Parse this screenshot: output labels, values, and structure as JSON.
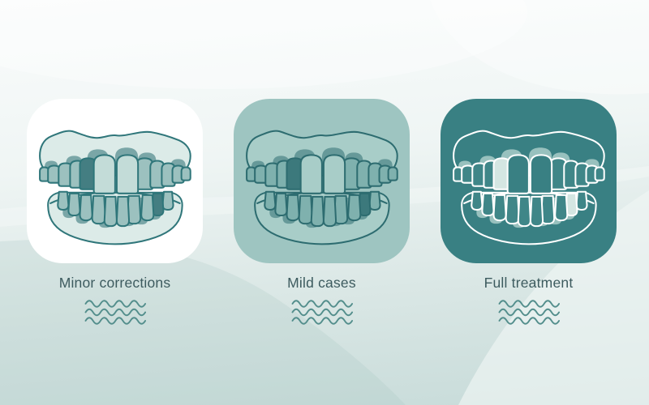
{
  "page": {
    "background_top": "#fafcfc",
    "background_bottom": "#c7dbd9",
    "label_color": "#3d5b5f"
  },
  "cards": [
    {
      "label": "Minor corrections",
      "bg": "#ffffff",
      "colors": {
        "outline": "#2f767a",
        "gum": "#dcebe8",
        "tooth": "#9cc1bf",
        "central": "#c3dcd8",
        "shadow": "#6f9fa0",
        "accent": "#447e82"
      }
    },
    {
      "label": "Mild cases",
      "bg": "#9ec5c1",
      "colors": {
        "outline": "#2d6c70",
        "gum": "#a8cdc8",
        "tooth": "#7fb1ae",
        "central": "#a8cdc8",
        "shadow": "#5e9394",
        "accent": "#3c797c"
      }
    },
    {
      "label": "Full treatment",
      "bg": "#398083",
      "colors": {
        "outline": "#ffffff",
        "gum": "#398083",
        "tooth": "#3f8688",
        "central": "#398083",
        "shadow": "#a3c8c4",
        "accent": "#d4e6e2"
      }
    }
  ],
  "decorations": {
    "squiggle_icon": "wavy-placeholder-lines",
    "wave_line_color": "#538e8c",
    "wave_lines_per_card": 3
  }
}
